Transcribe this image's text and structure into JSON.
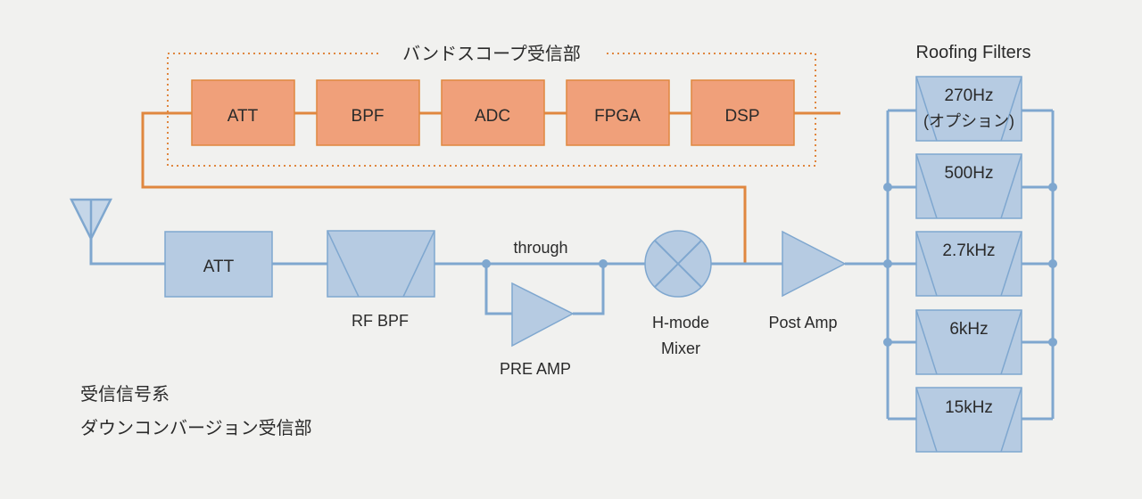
{
  "band_scope": {
    "title": "バンドスコープ受信部",
    "blocks": [
      "ATT",
      "BPF",
      "ADC",
      "FPGA",
      "DSP"
    ]
  },
  "receive_chain": {
    "att": "ATT",
    "rf_bpf": "RF BPF",
    "through": "through",
    "pre_amp": "PRE AMP",
    "mixer_line1": "H-mode",
    "mixer_line2": "Mixer",
    "post_amp": "Post Amp"
  },
  "roofing": {
    "title": "Roofing Filters",
    "filters": [
      "270Hz",
      "500Hz",
      "2.7kHz",
      "6kHz",
      "15kHz"
    ],
    "option_note": "(オプション)"
  },
  "caption": {
    "line1": "受信信号系",
    "line2": "ダウンコンバージョン受信部"
  },
  "colors": {
    "signal_line": "#7fa7cf",
    "block_fill": "#b6cbe2",
    "scope_line": "#e0873f",
    "scope_fill": "#f0a07a"
  }
}
